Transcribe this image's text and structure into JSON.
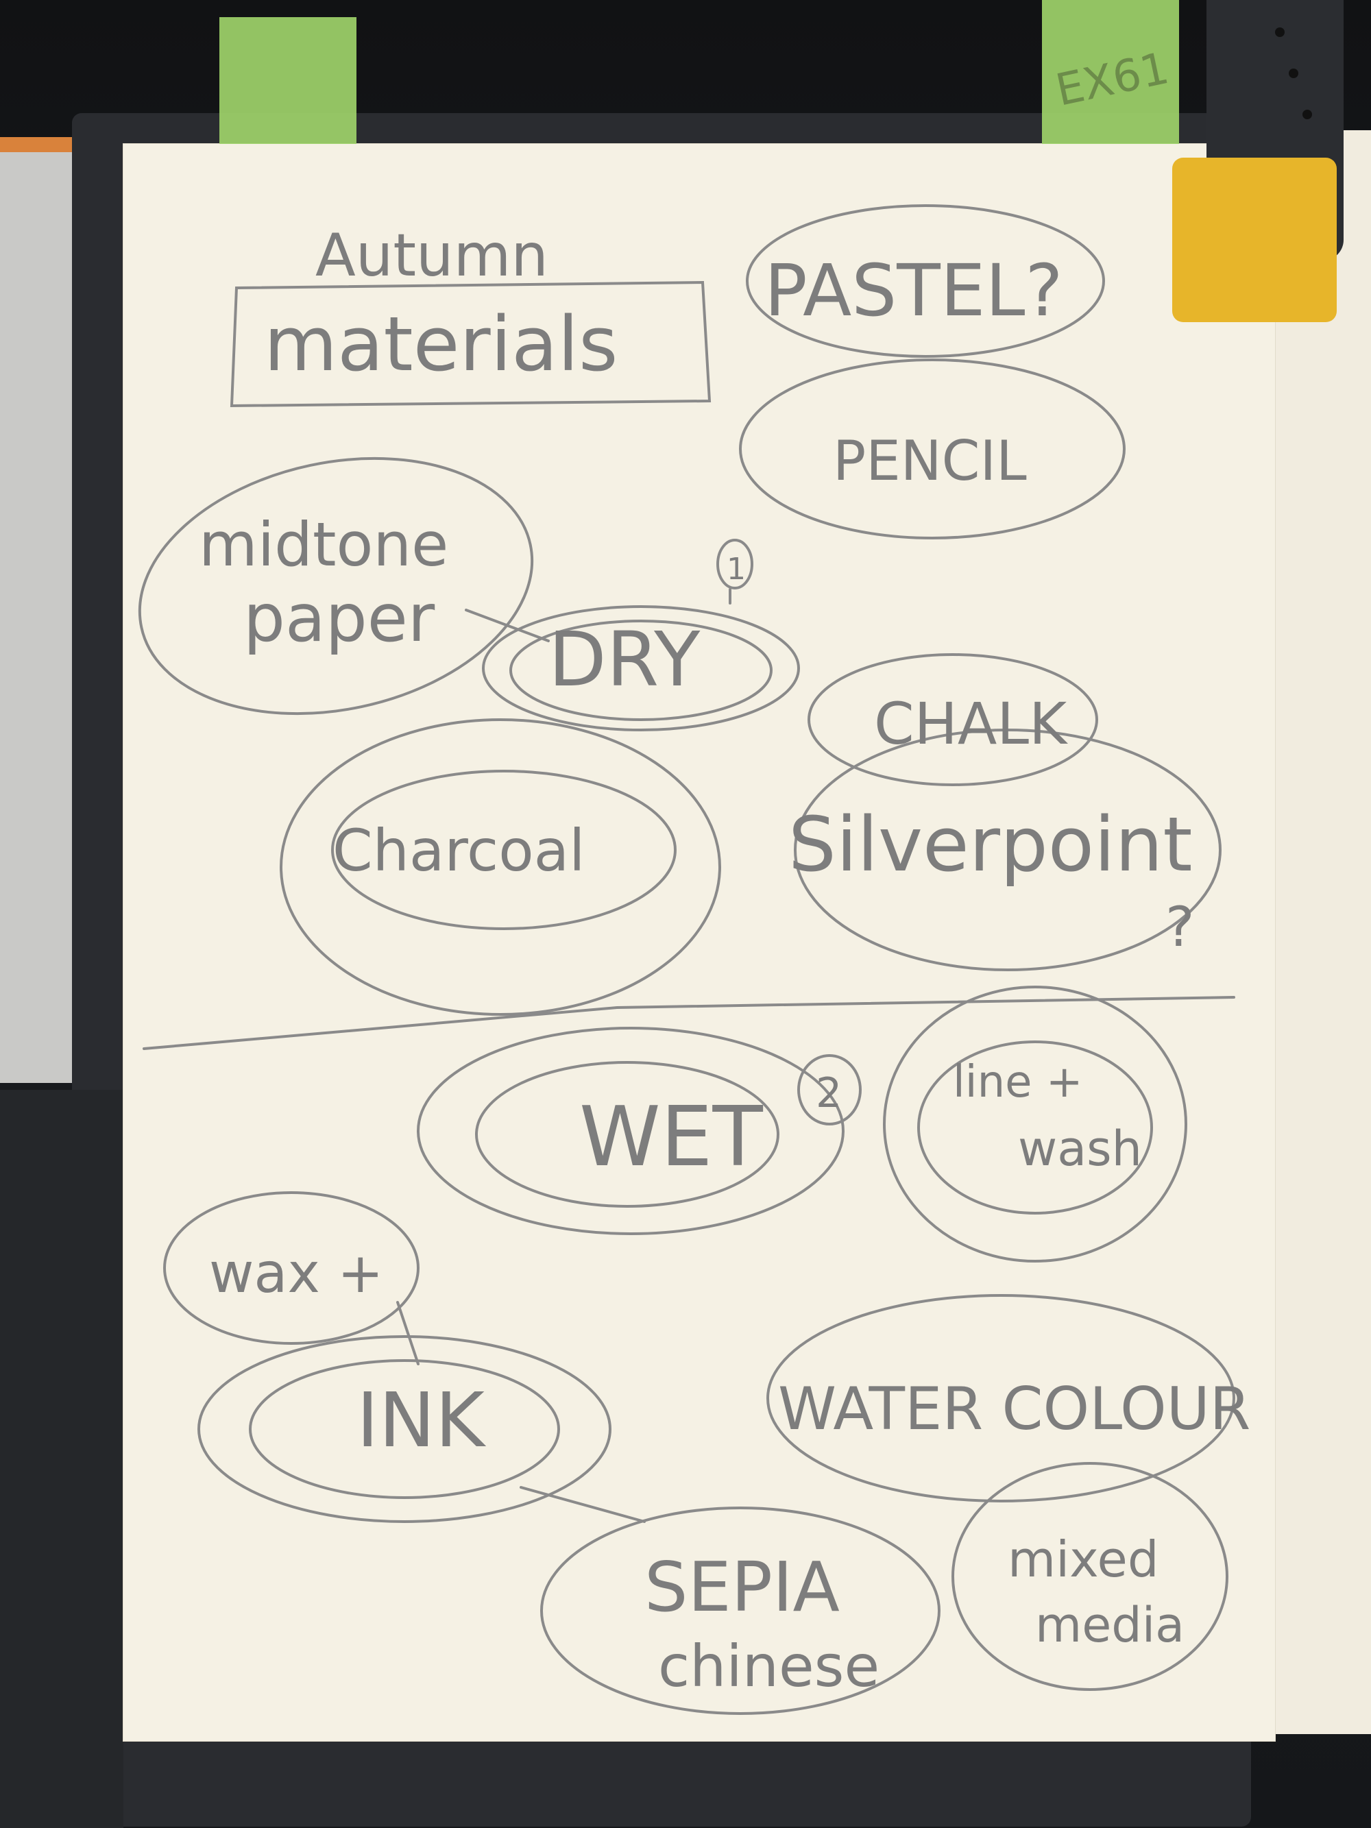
{
  "tape": {
    "right_label": "EX61"
  },
  "sketch": {
    "title_top": "Autumn",
    "title_box": "materials",
    "words": {
      "pastel": "PASTEL?",
      "pencil": "PENCIL",
      "midtone": "midtone",
      "paper": "paper",
      "dry": "DRY",
      "dry_num": "1",
      "chalk": "CHALK",
      "charcoal": "Charcoal",
      "silverpoint": "Silverpoint",
      "silverpoint_q": "?",
      "wet": "WET",
      "wet_num": "2",
      "line_wash_1": "line +",
      "line_wash_2": "wash",
      "wax": "wax +",
      "ink": "INK",
      "watercolour": "WATER COLOUR",
      "sepia": "SEPIA",
      "chinese": "chinese",
      "mixed_1": "mixed",
      "mixed_2": "media"
    }
  },
  "colors": {
    "pencil": "#7d7d7d",
    "paper": "#f5f1e4",
    "tape": "#9ed36a",
    "clip_yellow": "#e7b52a"
  }
}
